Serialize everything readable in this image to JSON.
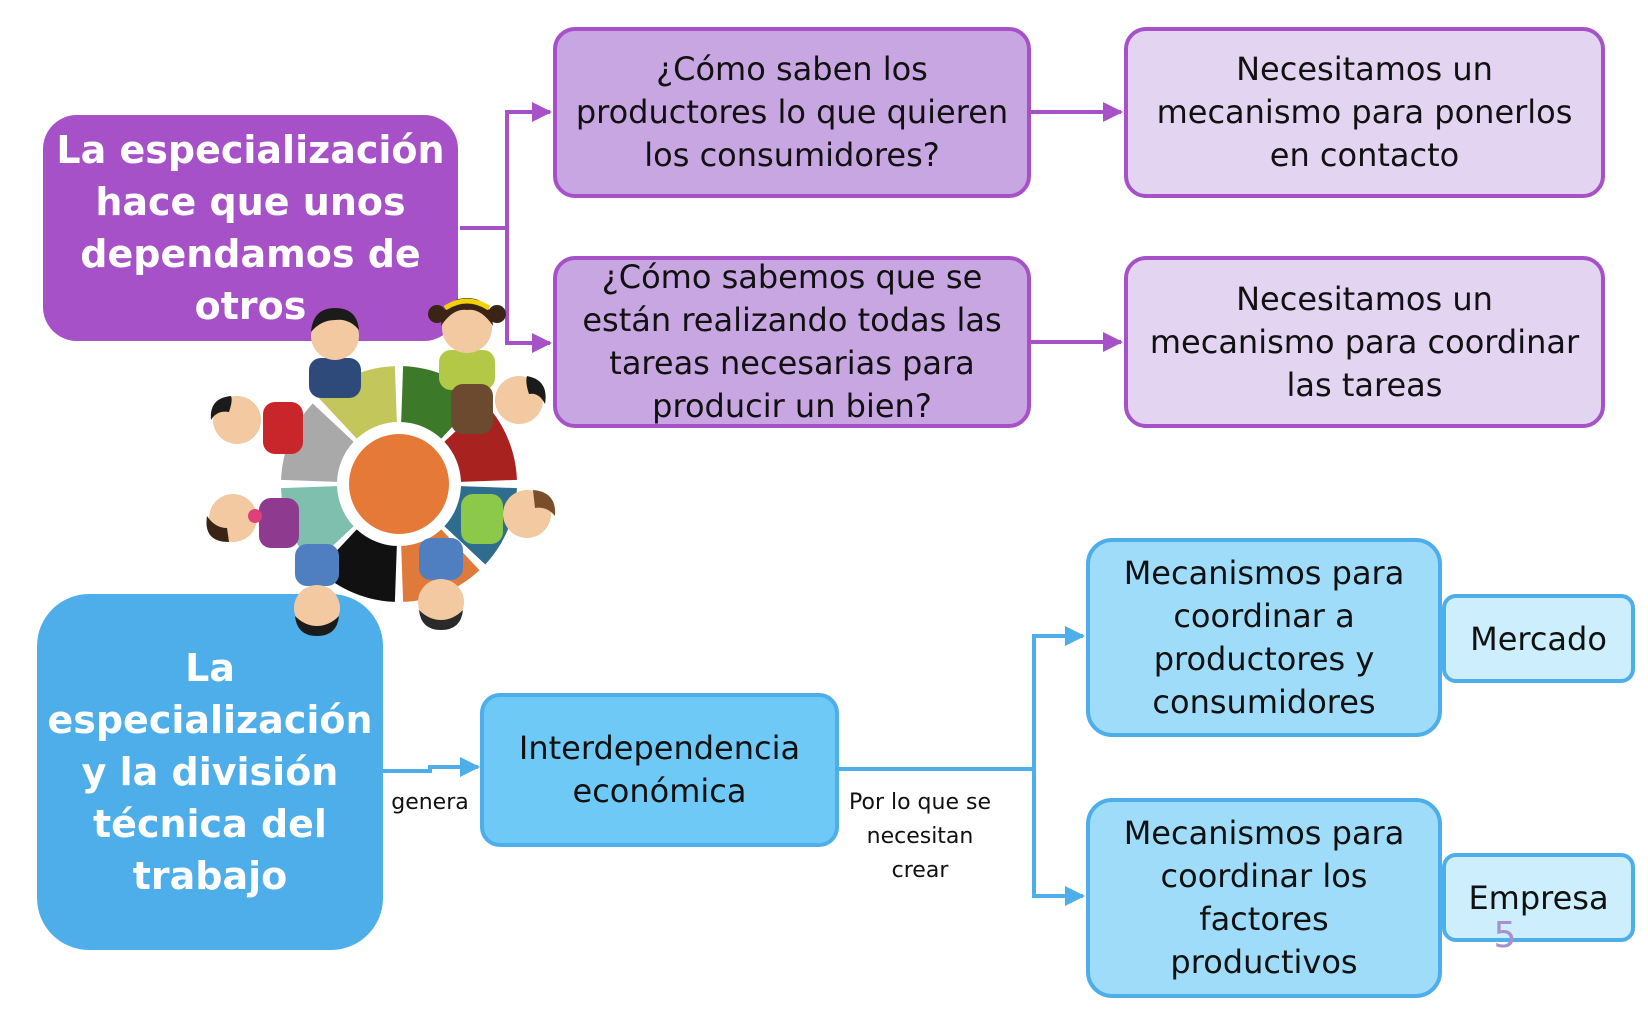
{
  "top": {
    "main": "La especialización\nhace que unos\ndependamos de\notros",
    "question1": "¿Cómo saben los\nproductores lo que quieren\nlos consumidores?",
    "question2": "¿Cómo sabemos que se\nestán realizando todas las\ntareas necesarias para\nproducir un bien?",
    "answer1": "Necesitamos un\nmecanismo para ponerlos\nen contacto",
    "answer2": "Necesitamos un\nmecanismo para coordinar\nlas tareas"
  },
  "bottom": {
    "main": "La\nespecialización\ny la división\ntécnica del\ntrabajo",
    "genera_label": "genera",
    "interdependence": "Interdependencia\neconómica",
    "connector_label": "Por lo que se\nnecesitan\ncrear",
    "mechanism1": "Mecanismos para\ncoordinar a\nproductores y\nconsumidores",
    "mechanism2": "Mecanismos para\ncoordinar los\nfactores\nproductivos",
    "result1": "Mercado",
    "result2": "Empresa"
  },
  "page_number": "5",
  "colors": {
    "purple_dark": "#a651c8",
    "purple_mid": "#c7a6e2",
    "purple_light": "#e3d5f2",
    "blue_dark": "#4eaee9",
    "blue_mid": "#6fc9f7",
    "blue_light": "#9fdcf9",
    "blue_pale": "#cdeefc"
  },
  "illustration": {
    "name": "people-around-wheel",
    "wheel_colors": [
      "#3c7a2a",
      "#a8231f",
      "#2e6d8e",
      "#e07a3a",
      "#111111",
      "#7fbfae",
      "#a9a9a9",
      "#c3c65a"
    ],
    "hub_color": "#e57a38"
  }
}
